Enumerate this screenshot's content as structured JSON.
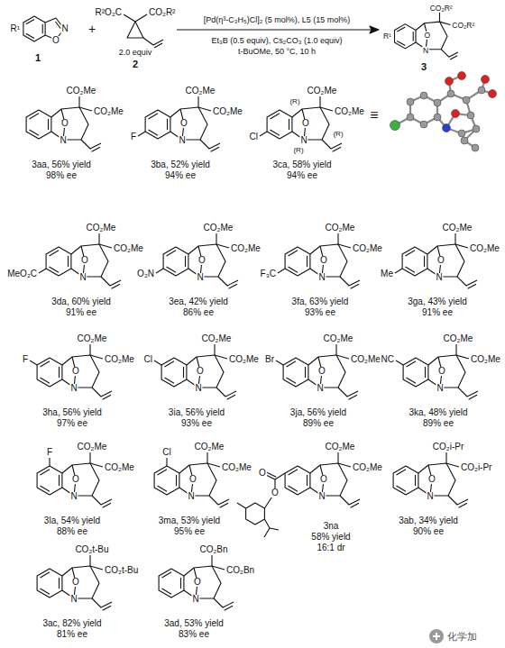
{
  "diagram": {
    "labels": [
      "R¹",
      "N",
      "O",
      "1",
      "+",
      "R²O₂C",
      "CO₂R²",
      "2.0 equiv",
      "2",
      "[Pd(η³-C₃H₅)Cl]₂ (5 mol%), L5 (15 mol%)",
      "Et₃B (0.5 equiv), Cs₂CO₃ (1.0 equiv)",
      "t-BuOMe, 50 °C, 10 h",
      "R¹",
      "CO₂R²",
      "CO₂R²",
      "O",
      "N",
      "3",
      "CO₂Me",
      "CO₂Me",
      "O",
      "N",
      "3aa, 56% yield",
      "98% ee",
      "F",
      "CO₂Me",
      "CO₂Me",
      "O",
      "N",
      "3ba, 52% yield",
      "94% ee",
      "Cl",
      "CO₂Me",
      "CO₂Me",
      "O",
      "N",
      "(R)",
      "(R)",
      "(R)",
      "3ca, 58% yield",
      "94% ee",
      "≡",
      "MeO₂C",
      "CO₂Me",
      "CO₂Me",
      "O",
      "N",
      "3da, 60% yield",
      "91% ee",
      "O₂N",
      "CO₂Me",
      "CO₂Me",
      "O",
      "N",
      "3ea, 42% yield",
      "86% ee",
      "F₃C",
      "CO₂Me",
      "CO₂Me",
      "O",
      "N",
      "3fa, 63% yield",
      "93% ee",
      "Me",
      "CO₂Me",
      "CO₂Me",
      "O",
      "N",
      "3ga, 43% yield",
      "91% ee",
      "F",
      "CO₂Me",
      "CO₂Me",
      "O",
      "N",
      "3ha, 56% yield",
      "97% ee",
      "Cl",
      "CO₂Me",
      "CO₂Me",
      "O",
      "N",
      "3ia, 56% yield",
      "93% ee",
      "Br",
      "CO₂Me",
      "CO₂Me",
      "O",
      "N",
      "3ja, 56% yield",
      "89% ee",
      "NC",
      "CO₂Me",
      "CO₂Me",
      "O",
      "N",
      "3ka, 48% yield",
      "89% ee",
      "F",
      "CO₂Me",
      "CO₂Me",
      "O",
      "N",
      "3la, 54% yield",
      "88% ee",
      "Cl",
      "CO₂Me",
      "CO₂Me",
      "O",
      "N",
      "3ma, 53% yield",
      "95% ee",
      "O",
      "O",
      "CO₂Me",
      "CO₂Me",
      "O",
      "N",
      "3na",
      "58% yield",
      "16:1 dr",
      "CO₂i-Pr",
      "CO₂i-Pr",
      "O",
      "N",
      "3ab, 34% yield",
      "90% ee",
      "CO₂t-Bu",
      "CO₂t-Bu",
      "O",
      "N",
      "3ac, 82% yield",
      "81% ee",
      "CO₂Bn",
      "CO₂Bn",
      "O",
      "N",
      "3ad, 53% yield",
      "83% ee",
      "化学加"
    ]
  }
}
